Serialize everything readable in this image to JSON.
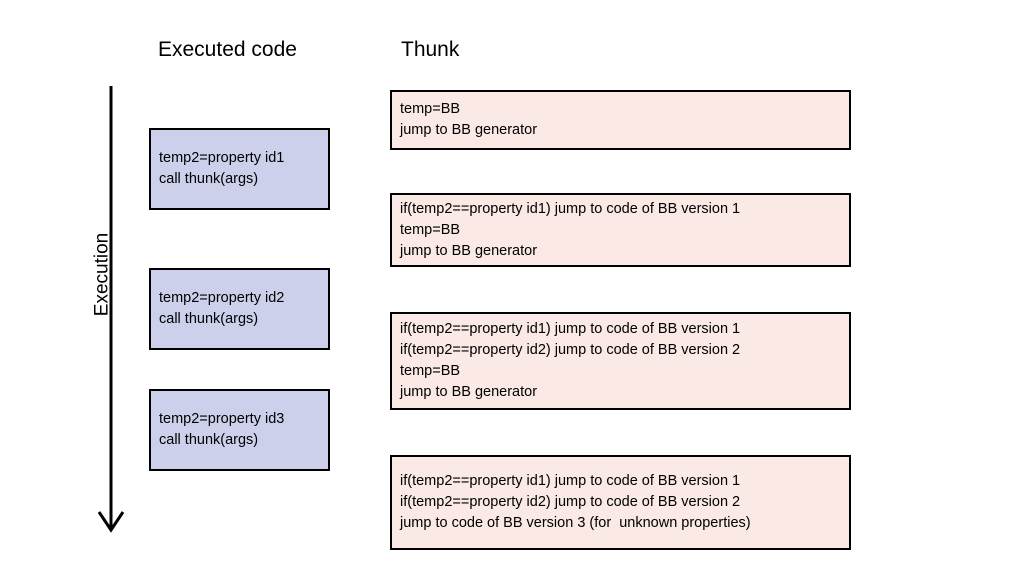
{
  "diagram": {
    "title": "Executed code / Thunk progressive specialization",
    "columns": {
      "executed_code_heading": "Executed code",
      "thunk_heading": "Thunk"
    },
    "axis": {
      "label": "Execution",
      "direction": "downward",
      "arrow_icon": "down-arrow-icon"
    },
    "colors": {
      "code_box_fill": "#ccd0ea",
      "thunk_box_fill": "#fae9e5",
      "box_border": "#000000",
      "text": "#000000",
      "background": "#ffffff"
    },
    "executed_code_boxes": [
      {
        "id": "code-box-0",
        "lines": [
          "temp2=property id1",
          "call thunk(args)"
        ]
      },
      {
        "id": "code-box-1",
        "lines": [
          "temp2=property id2",
          "call thunk(args)"
        ]
      },
      {
        "id": "code-box-2",
        "lines": [
          "temp2=property id3",
          "call thunk(args)"
        ]
      }
    ],
    "thunk_boxes": [
      {
        "id": "thunk-box-0",
        "lines": [
          "temp=BB",
          "jump to BB generator"
        ]
      },
      {
        "id": "thunk-box-1",
        "lines": [
          "if(temp2==property id1) jump to code of BB version 1",
          "temp=BB",
          "jump to BB generator"
        ]
      },
      {
        "id": "thunk-box-2",
        "lines": [
          "if(temp2==property id1) jump to code of BB version 1",
          "if(temp2==property id2) jump to code of BB version 2",
          "temp=BB",
          "jump to BB generator"
        ]
      },
      {
        "id": "thunk-box-3",
        "lines": [
          "if(temp2==property id1) jump to code of BB version 1",
          "if(temp2==property id2) jump to code of BB version 2",
          "jump to code of BB version 3 (for  unknown properties)"
        ]
      }
    ]
  }
}
